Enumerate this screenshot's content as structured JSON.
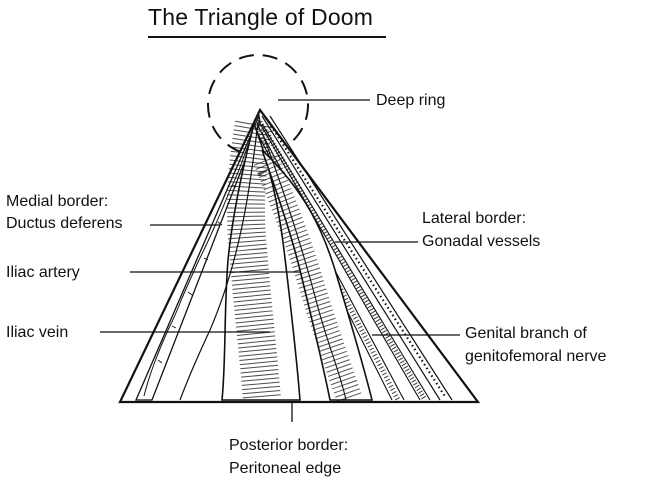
{
  "title": "The Triangle of Doom",
  "labels": {
    "deep_ring": "Deep ring",
    "medial_border_1": "Medial border:",
    "medial_border_2": "Ductus deferens",
    "lateral_border_1": "Lateral border:",
    "lateral_border_2": "Gonadal vessels",
    "iliac_artery": "Iliac artery",
    "iliac_vein": "Iliac vein",
    "genital_branch_1": "Genital branch of",
    "genital_branch_2": "genitofemoral nerve",
    "posterior_border_1": "Posterior border:",
    "posterior_border_2": "Peritoneal edge"
  },
  "colors": {
    "ink": "#111111",
    "background": "#ffffff"
  }
}
